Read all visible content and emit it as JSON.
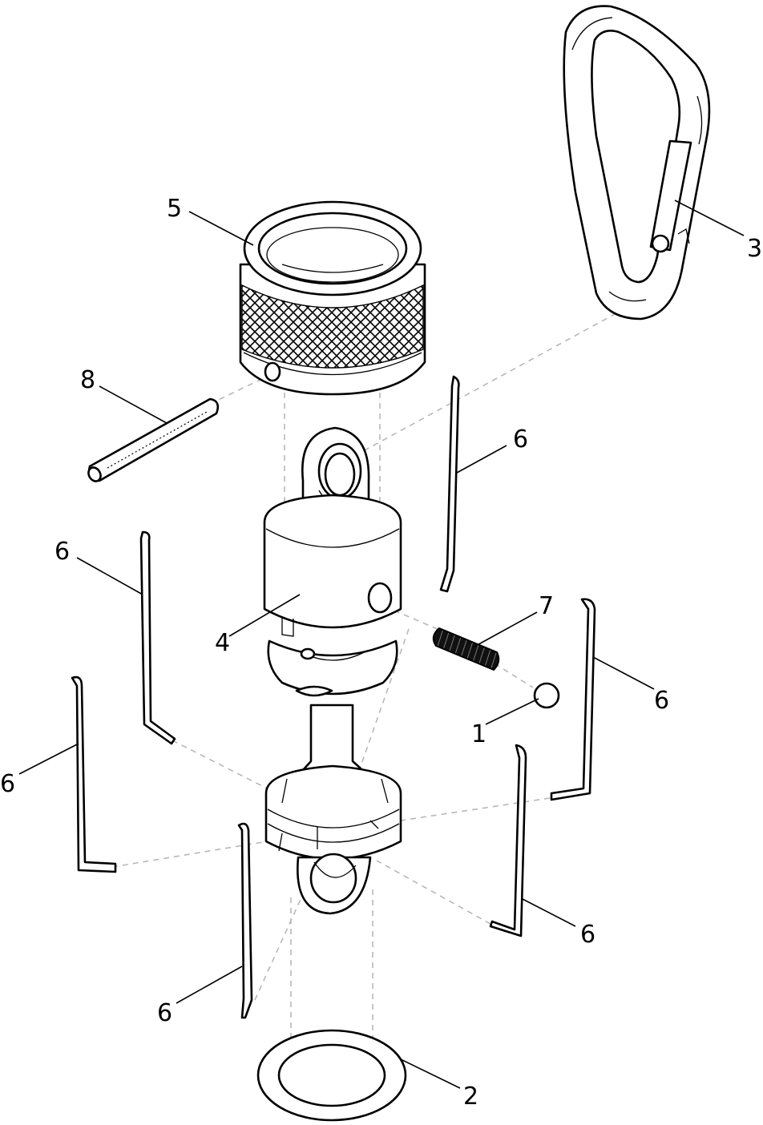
{
  "callouts": [
    {
      "id": "part-1-label",
      "text": "1"
    },
    {
      "id": "part-2-label",
      "text": "2"
    },
    {
      "id": "part-3-label",
      "text": "3"
    },
    {
      "id": "part-4-label",
      "text": "4"
    },
    {
      "id": "part-5-label",
      "text": "5"
    },
    {
      "id": "part-6-label-a",
      "text": "6"
    },
    {
      "id": "part-6-label-b",
      "text": "6"
    },
    {
      "id": "part-6-label-c",
      "text": "6"
    },
    {
      "id": "part-6-label-d",
      "text": "6"
    },
    {
      "id": "part-6-label-e",
      "text": "6"
    },
    {
      "id": "part-6-label-f",
      "text": "6"
    },
    {
      "id": "part-7-label",
      "text": "7"
    },
    {
      "id": "part-8-label",
      "text": "8"
    }
  ],
  "colors": {
    "line": "#000000",
    "assembly_dash": "#b8b8b8",
    "shade": "#e6e6e6",
    "background": "#ffffff"
  }
}
